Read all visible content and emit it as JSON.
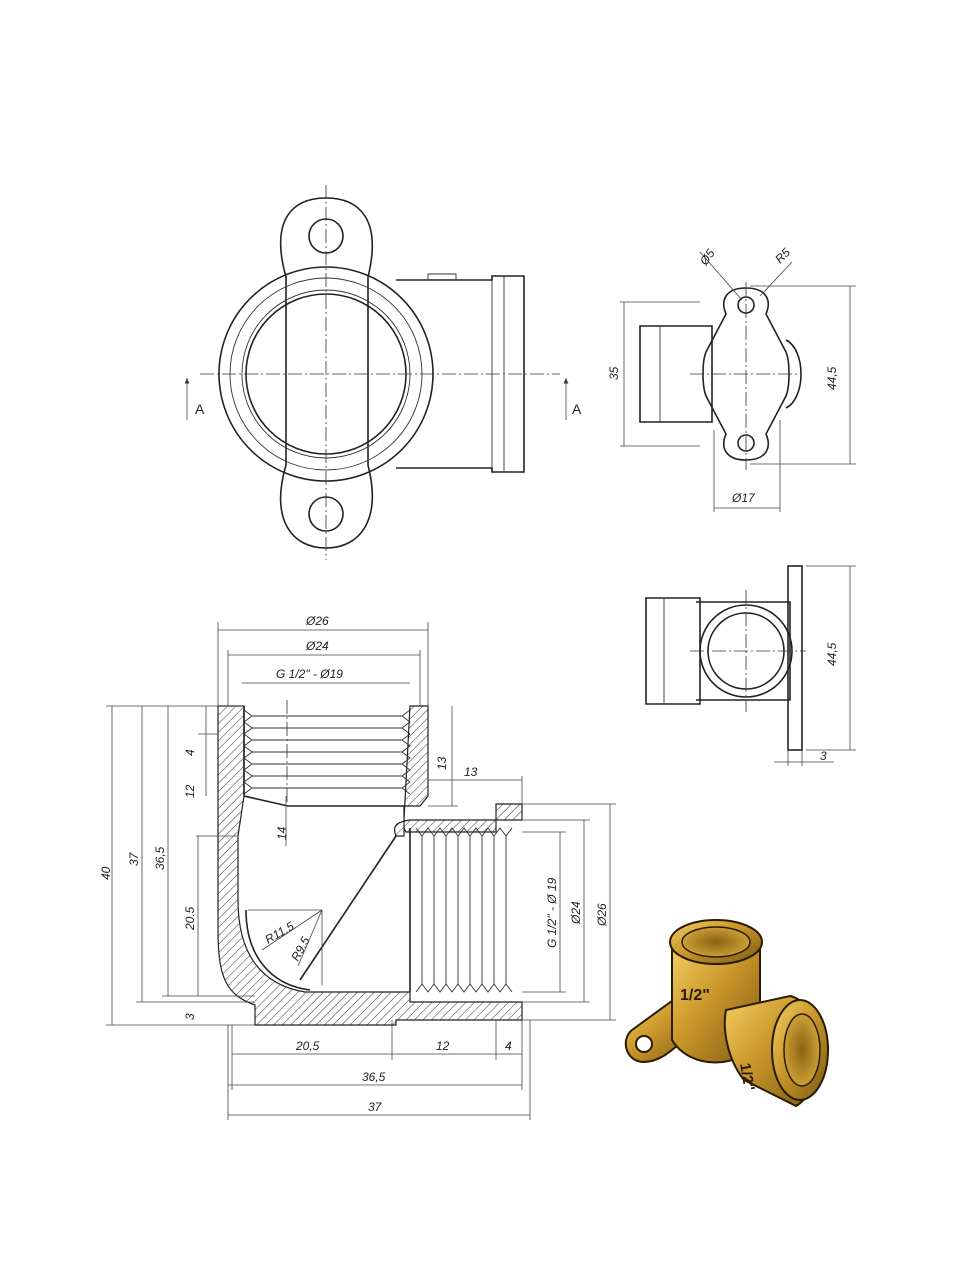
{
  "front_view": {
    "section_left": "A",
    "section_right": "A"
  },
  "side_view": {
    "hole_diameter": "Ø5",
    "radius": "R5",
    "height_35": "35",
    "height_445": "44,5",
    "outlet_diameter": "Ø17"
  },
  "top_view": {
    "height_445": "44,5",
    "plate_thickness": "3"
  },
  "section_view": {
    "dia_26_top": "Ø26",
    "dia_24_top": "Ø24",
    "thread_top": "G 1/2\" -  Ø19",
    "dim_4_top": "4",
    "dim_12_left": "12",
    "dim_14": "14",
    "dim_13": "13",
    "dim_13_horizontal": "13",
    "dim_40": "40",
    "dim_37_left": "37",
    "dim_365_left": "36,5",
    "dim_205_left": "20.5",
    "dim_3_left": "3",
    "radius_115": "R11.5",
    "radius_95": "R9.5",
    "thread_right": "G 1/2\" - Ø 19",
    "dia_24_right": "Ø24",
    "dia_26_right": "Ø26",
    "dim_205_bottom": "20,5",
    "dim_12_bottom": "12",
    "dim_4_bottom": "4",
    "dim_365_bottom": "36,5",
    "dim_37_bottom": "37"
  },
  "render_3d": {
    "mark_top": "1/2\"",
    "mark_side": "1/2\"",
    "brass_color": "#c9962a"
  }
}
